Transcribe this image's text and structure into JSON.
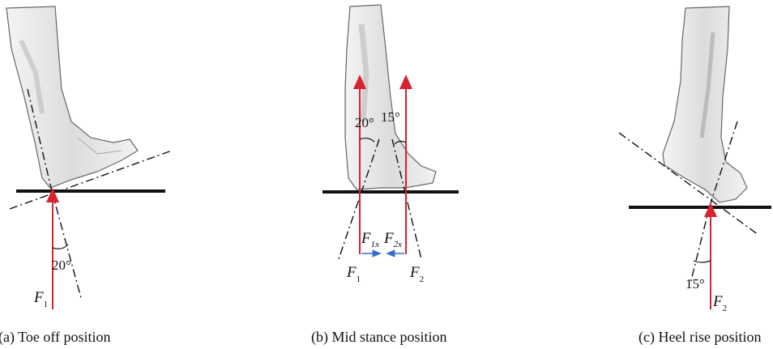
{
  "figure": {
    "panels": [
      {
        "caption": "(a) Toe off position",
        "angles": [
          "20°"
        ],
        "forces": [
          {
            "base": "F",
            "sub": "1"
          }
        ]
      },
      {
        "caption": "(b) Mid stance position",
        "angles": [
          "20°",
          "15°"
        ],
        "forces": [
          {
            "base": "F",
            "sub": "1"
          },
          {
            "base": "F",
            "sub": "2"
          },
          {
            "base": "F",
            "sub": "1x"
          },
          {
            "base": "F",
            "sub": "2x"
          }
        ]
      },
      {
        "caption": "(c) Heel rise position",
        "angles": [
          "15°"
        ],
        "forces": [
          {
            "base": "F",
            "sub": "2"
          }
        ]
      }
    ],
    "colors": {
      "force_vector": "#d7232d",
      "horizontal_component": "#3a6fc9",
      "ground_line": "#111111",
      "construction_line": "#111111",
      "leg_fill": "#e9e9e9",
      "leg_outline": "#555555"
    }
  }
}
